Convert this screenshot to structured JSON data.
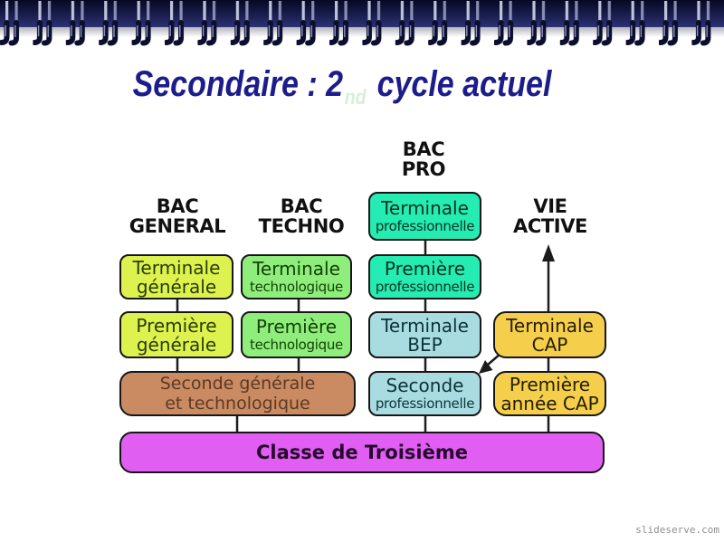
{
  "title": {
    "part1": "Secondaire : 2",
    "sub": "nd",
    "part2": " cycle actuel"
  },
  "headers": {
    "bac_general": {
      "line1": "BAC",
      "line2": "GENERAL"
    },
    "bac_techno": {
      "line1": "BAC",
      "line2": "TECHNO"
    },
    "bac_pro": {
      "line1": "BAC",
      "line2": "PRO"
    },
    "vie_active": {
      "line1": "VIE",
      "line2": "ACTIVE"
    }
  },
  "boxes": {
    "terminale_professionnelle": {
      "line1": "Terminale",
      "line2": "professionnelle",
      "fill": "#25ecb2"
    },
    "terminale_generale": {
      "line1": "Terminale",
      "line2": "générale",
      "fill": "#def24f"
    },
    "terminale_technologique": {
      "line1": "Terminale",
      "line2": "technologique",
      "fill": "#8fee7b"
    },
    "premiere_professionnelle": {
      "line1": "Première",
      "line2": "professionnelle",
      "fill": "#25ecb2"
    },
    "premiere_generale": {
      "line1": "Première",
      "line2": "générale",
      "fill": "#def24f"
    },
    "premiere_technologique": {
      "line1": "Première",
      "line2": "technologique",
      "fill": "#8fee7b"
    },
    "terminale_bep": {
      "line1": "Terminale",
      "line2": "BEP",
      "fill": "#a9dce0"
    },
    "terminale_cap": {
      "line1": "Terminale",
      "line2": "CAP",
      "fill": "#f5cf4c"
    },
    "seconde_generale_technologique": {
      "line1": "Seconde générale",
      "line2": "et technologique",
      "fill": "#ca8b63"
    },
    "seconde_professionnelle": {
      "line1": "Seconde",
      "line2": "professionnelle",
      "fill": "#a9dce0"
    },
    "premiere_annee_cap": {
      "line1": "Première",
      "line2": "année CAP",
      "fill": "#f5cf4c"
    },
    "classe_de_troisieme": {
      "line1": "Classe de Troisième",
      "fill": "#e05ef2"
    }
  },
  "colors": {
    "title_text": "#1c1c8c",
    "title_sub": "#d8eed8",
    "header_text": "#111111",
    "connector": "#1c1c1c",
    "spiral_band": "#0c0f33"
  },
  "watermark": "slideserve.com"
}
